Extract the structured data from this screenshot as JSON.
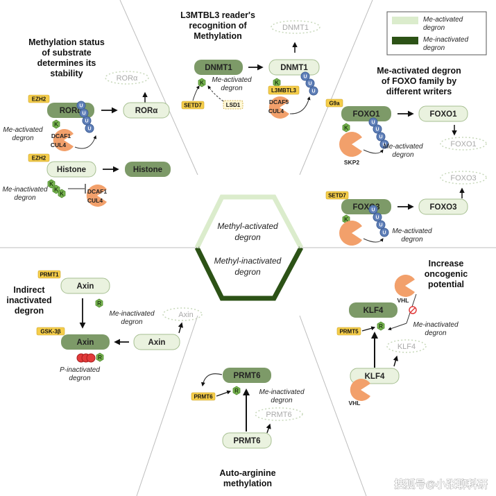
{
  "colors": {
    "dark_box": "#7d9a68",
    "light_box": "#eaf2df",
    "legend_light": "#dbeccc",
    "legend_dark": "#2c5216",
    "tag_yellow": "#f5cd4a",
    "k_green": "#78b450",
    "ub_blue": "#5f7fb8",
    "pac_orange": "#f2a06b",
    "p_red": "#e23b3b"
  },
  "center": {
    "activated_label_1": "Methyl-activated",
    "activated_label_2": "degron",
    "inactivated_label_1": "Methyl-inactivated",
    "inactivated_label_2": "degron"
  },
  "legend": {
    "activated_1": "Me-activated",
    "activated_2": "degron",
    "inactivated_1": "Me-inactivated",
    "inactivated_2": "degron"
  },
  "panel1": {
    "title_1": "Methylation status",
    "title_2": "of substrate",
    "title_3": "determines its",
    "title_4": "stability",
    "ror_writer": "EZH2",
    "ror": "RORα",
    "ror_degraded": "RORα",
    "dcaf1": "DCAF1",
    "cul4": "CUL4",
    "activated_1": "Me-activated",
    "activated_2": "degron",
    "histone_writer": "EZH2",
    "histone": "Histone",
    "histone_stable": "Histone",
    "inactivated_1": "Me-inactivated",
    "inactivated_2": "degron",
    "dcaf1_b": "DCAF1",
    "cul4_b": "CUL4"
  },
  "panel2": {
    "title_1": "L3MTBL3 reader's",
    "title_2": "recognition of",
    "title_3": "Methylation",
    "dnmt1": "DNMT1",
    "dnmt1_bound": "DNMT1",
    "dnmt1_degraded": "DNMT1",
    "writer": "SETD7",
    "eraser": "LSD1",
    "activated_1": "Me-activated",
    "activated_2": "degron",
    "reader": "L3MBTL3",
    "dcaf5": "DCAF5",
    "cul4": "CUL4"
  },
  "panel3": {
    "title_1": "Me-activated degron",
    "title_2": "of FOXO family by",
    "title_3": "different writers",
    "g9a": "G9a",
    "foxo1": "FOXO1",
    "foxo1_free": "FOXO1",
    "foxo1_degraded": "FOXO1",
    "skp2": "SKP2",
    "activated_1": "Me-activated",
    "activated_2": "degron",
    "setd7": "SETD7",
    "foxo3": "FOXO3",
    "foxo3_free": "FOXO3",
    "foxo3_degraded": "FOXO3",
    "activated_b1": "Me-activated",
    "activated_b2": "degron"
  },
  "panel4": {
    "title_1": "Indirect",
    "title_2": "inactivated",
    "title_3": "degron",
    "prmt1": "PRMT1",
    "axin_top": "Axin",
    "inactivated_1": "Me-inactivated",
    "inactivated_2": "degron",
    "gsk": "GSK-3β",
    "axin_bottom": "Axin",
    "axin_right": "Axin",
    "axin_degraded": "Axin",
    "p_inactivated_1": "P-inactivated",
    "p_inactivated_2": "degron"
  },
  "panel5": {
    "title_1": "Auto-arginine",
    "title_2": "methylation",
    "prmt6_top": "PRMT6",
    "writer": "PRMT6",
    "inactivated_1": "Me-inactivated",
    "inactivated_2": "degron",
    "prmt6_degraded": "PRMT6",
    "prmt6_bottom": "PRMT6"
  },
  "panel6": {
    "title_1": "Increase",
    "title_2": "oncogenic",
    "title_3": "potential",
    "vhl_top": "VHL",
    "klf4_top": "KLF4",
    "prmt5": "PRMT5",
    "inactivated_1": "Me-inactivated",
    "inactivated_2": "degron",
    "klf4_degraded": "KLF4",
    "klf4_bottom": "KLF4",
    "vhl_bottom": "VHL"
  },
  "marks": {
    "k": "K",
    "r": "R",
    "u": "U"
  },
  "watermark": "搜狐号@小张聊科研"
}
